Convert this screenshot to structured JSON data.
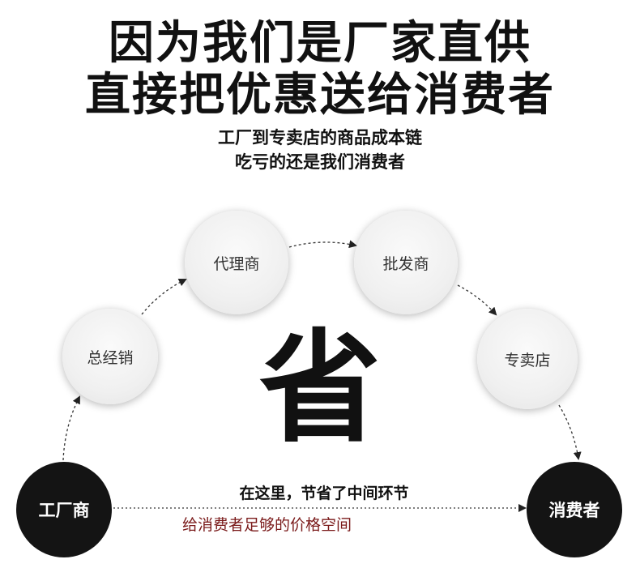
{
  "headline": {
    "line1": "因为我们是厂家直供",
    "line2": "直接把优惠送给消费者"
  },
  "subheadline": {
    "line1": "工厂到专卖店的商品成本链",
    "line2": "吃亏的还是我们消费者"
  },
  "nodes": {
    "factory": "工厂商",
    "general_distributor": "总经销",
    "agent": "代理商",
    "wholesaler": "批发商",
    "store": "专卖店",
    "consumer": "消费者"
  },
  "center_char": "省",
  "direct_path": {
    "caption": "在这里，节省了中间环节",
    "subcaption": "给消费者足够的价格空间"
  },
  "colors": {
    "dark_node": "#141414",
    "light_node": "#f0f0f0",
    "subcaption": "#7a1a1a"
  }
}
